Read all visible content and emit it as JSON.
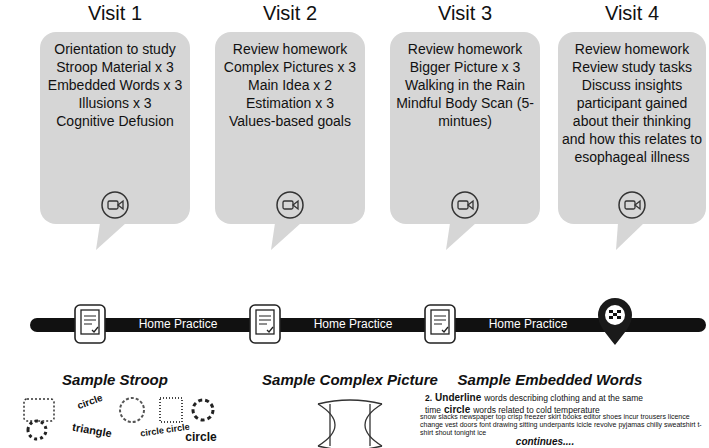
{
  "diagram": {
    "nodes": [
      {
        "text": [
          "Visit 1",
          "Orientation to study",
          "Stroop Material x 3",
          "Embedded Words x 3",
          "Illusions x 3",
          "Cognitive Defusion"
        ]
      },
      {
        "text": [
          "Visit 2",
          "Review homework",
          "Complex Pictures x 3",
          "Main Idea x 2",
          "Estimation x 3",
          "Values-based goals"
        ]
      },
      {
        "text": [
          "Visit 3",
          "Review homework",
          "Bigger Picture x 3",
          "Walking in the Rain",
          "Mindful Body Scan (5-mintues)"
        ]
      },
      {
        "text": [
          "Visit 4",
          "Review homework",
          "Review study tasks",
          "Discuss insights participant gained about their thinking and how this relates to esophageal illness"
        ]
      }
    ],
    "labels": [
      "Home Practice",
      "Home Practice",
      "Home Practice",
      "Sample Stroop",
      "Sample Complex Picture",
      "Sample Embedded Words",
      "2.",
      "Underline",
      "words describing clothing and at the same time",
      "circle",
      "words related to cold temperature",
      "snow slacks newspaper top crisp freezer skirt books editor shoes incur trousers licence change vest doors font drawing sitting underpants icicle revolve pyjamas chilly sweatshirt t-shirt shout tonight ice",
      "continues....",
      "circle",
      "triangle",
      "circle circle",
      "circle"
    ]
  }
}
